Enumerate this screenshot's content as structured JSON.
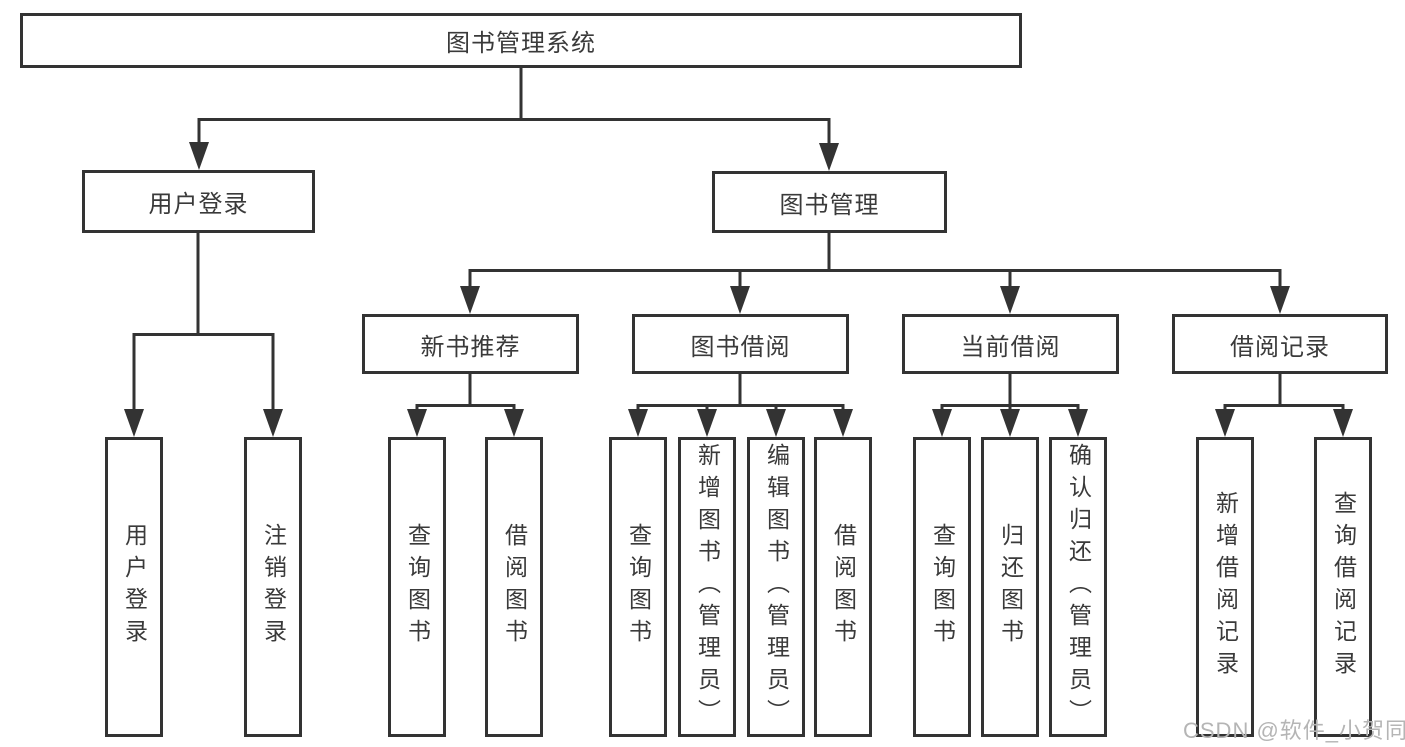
{
  "diagram": {
    "type": "tree",
    "root": {
      "label": "图书管理系统"
    },
    "branches": [
      {
        "label": "用户登录",
        "children": [
          {
            "label": "用户登录"
          },
          {
            "label": "注销登录"
          }
        ]
      },
      {
        "label": "图书管理",
        "sections": [
          {
            "label": "新书推荐",
            "children": [
              {
                "label": "查询图书"
              },
              {
                "label": "借阅图书"
              }
            ]
          },
          {
            "label": "图书借阅",
            "children": [
              {
                "label": "查询图书"
              },
              {
                "label": "新增图书（管理员）"
              },
              {
                "label": "编辑图书（管理员）"
              },
              {
                "label": "借阅图书"
              }
            ]
          },
          {
            "label": "当前借阅",
            "children": [
              {
                "label": "查询图书"
              },
              {
                "label": "归还图书"
              },
              {
                "label": "确认归还（管理员）"
              }
            ]
          },
          {
            "label": "借阅记录",
            "children": [
              {
                "label": "新增借阅记录"
              },
              {
                "label": "查询借阅记录"
              }
            ]
          }
        ]
      }
    ]
  },
  "watermark": {
    "text": "CSDN @软件_小贺同学"
  },
  "colors": {
    "line": "#333333",
    "text": "#3a3a3a",
    "background": "#ffffff",
    "watermark": "#b5b5b5"
  }
}
